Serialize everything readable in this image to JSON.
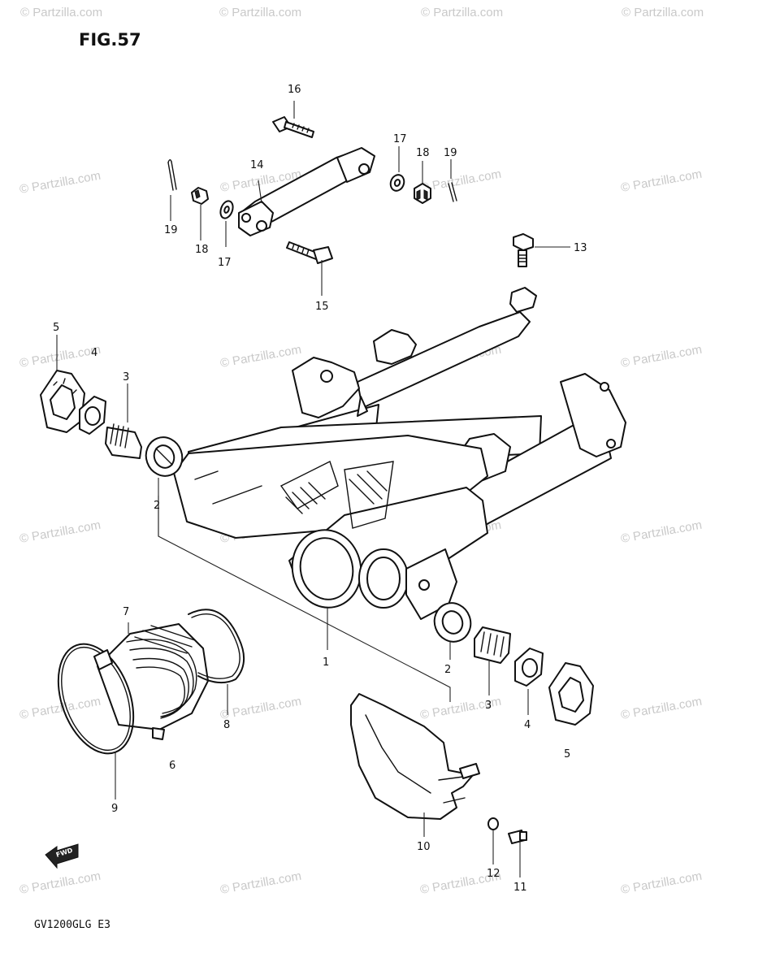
{
  "figure_title": "FIG.57",
  "model_code": "GV1200GLG E3",
  "front_marker": "FWD",
  "watermark": "© Partzilla.com",
  "callouts": [
    {
      "id": "c16",
      "label": "16"
    },
    {
      "id": "c14",
      "label": "14"
    },
    {
      "id": "c17a",
      "label": "17"
    },
    {
      "id": "c18a",
      "label": "18"
    },
    {
      "id": "c19a",
      "label": "19"
    },
    {
      "id": "c19b",
      "label": "19"
    },
    {
      "id": "c18b",
      "label": "18"
    },
    {
      "id": "c17b",
      "label": "17"
    },
    {
      "id": "c13",
      "label": "13"
    },
    {
      "id": "c15",
      "label": "15"
    },
    {
      "id": "c5a",
      "label": "5"
    },
    {
      "id": "c4a",
      "label": "4"
    },
    {
      "id": "c3a",
      "label": "3"
    },
    {
      "id": "c2a",
      "label": "2"
    },
    {
      "id": "c1",
      "label": "1"
    },
    {
      "id": "c7",
      "label": "7"
    },
    {
      "id": "c2b",
      "label": "2"
    },
    {
      "id": "c3b",
      "label": "3"
    },
    {
      "id": "c4b",
      "label": "4"
    },
    {
      "id": "c5b",
      "label": "5"
    },
    {
      "id": "c8",
      "label": "8"
    },
    {
      "id": "c6",
      "label": "6"
    },
    {
      "id": "c9",
      "label": "9"
    },
    {
      "id": "c10",
      "label": "10"
    },
    {
      "id": "c12",
      "label": "12"
    },
    {
      "id": "c11",
      "label": "11"
    }
  ]
}
